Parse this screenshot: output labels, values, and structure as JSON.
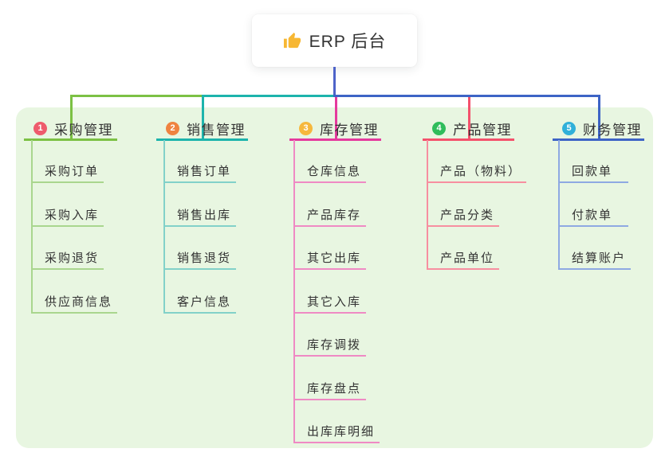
{
  "root": {
    "title": "ERP 后台",
    "icon": "thumbs-up-icon"
  },
  "branches": [
    {
      "badge": "1",
      "label": "采购管理",
      "badge_color": "#ee5b6c",
      "line_color": "#7cc144",
      "light_color": "#a9d68e",
      "children": [
        "采购订单",
        "采购入库",
        "采购退货",
        "供应商信息"
      ]
    },
    {
      "badge": "2",
      "label": "销售管理",
      "badge_color": "#ef8340",
      "line_color": "#1db4ac",
      "light_color": "#82d1c9",
      "children": [
        "销售订单",
        "销售出库",
        "销售退货",
        "客户信息"
      ]
    },
    {
      "badge": "3",
      "label": "库存管理",
      "badge_color": "#f6b83d",
      "line_color": "#e53a9d",
      "light_color": "#ef8ac4",
      "children": [
        "仓库信息",
        "产品库存",
        "其它出库",
        "其它入库",
        "库存调拨",
        "库存盘点",
        "出库库明细"
      ]
    },
    {
      "badge": "4",
      "label": "产品管理",
      "badge_color": "#2fbd5b",
      "line_color": "#f4516c",
      "light_color": "#f78fa0",
      "children": [
        "产品（物料）",
        "产品分类",
        "产品单位"
      ]
    },
    {
      "badge": "5",
      "label": "财务管理",
      "badge_color": "#30b0d9",
      "line_color": "#3d64c6",
      "light_color": "#8ea9e2",
      "children": [
        "回款单",
        "付款单",
        "结算账户"
      ]
    }
  ],
  "colors": {
    "canvas": "#ffffff",
    "panel": "#e8f6e1",
    "root_connector": "#4e63c9",
    "text": "#333333"
  }
}
